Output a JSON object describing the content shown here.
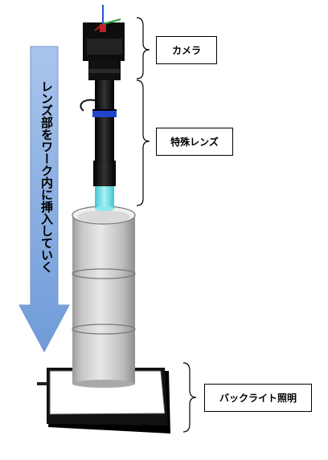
{
  "labels": {
    "camera": "カメラ",
    "lens": "特殊レンズ",
    "backlight": "バックライト照明"
  },
  "arrow": {
    "text": "レンズ部をワーク内に挿入していく"
  },
  "colors": {
    "arrow_fill": "#8fb4e3",
    "lens_body": "#111111",
    "blue_band": "#2244cc",
    "cyan_tip": "#6fe0e8",
    "cylinder": "#cfcfcf",
    "backlight_frame": "#000000",
    "backlight_panel": "#ffffff"
  }
}
